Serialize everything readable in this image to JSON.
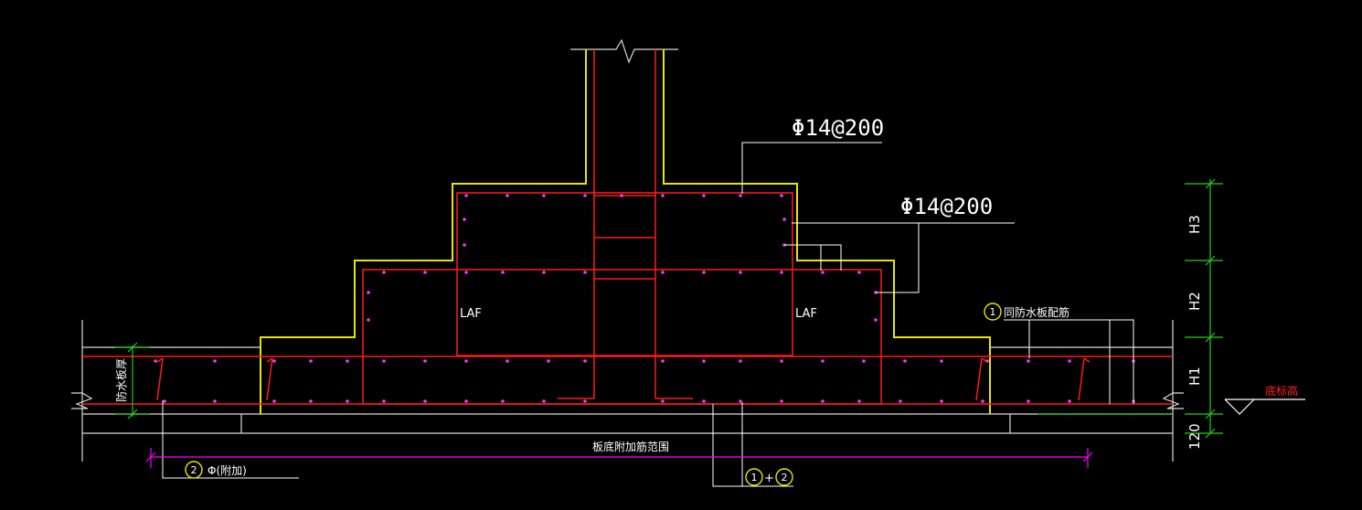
{
  "colors": {
    "background": "#000000",
    "concrete_outline": "#e6e600",
    "rebar": "#ff1a1a",
    "rebar_dots": "#ff33ff",
    "leader": "#ffffff",
    "dimension": "#22cc22",
    "extent": "#ff00ff",
    "marker": "#e6e600",
    "elevation": "#ff2020",
    "slab_lines": "#d9d9d9"
  },
  "labels": {
    "rebar_top": "Φ14@200",
    "rebar_mid": "Φ14@200",
    "laf_left": "LAF",
    "laf_right": "LAF",
    "slab_thickness": "防水板厚",
    "same_slab_rebar": "同防水板配筋",
    "bottom_level": "底标高",
    "added_rebar_range": "板底附加筋范围",
    "added_rebar": "Φ(附加)",
    "plus": "+"
  },
  "markers": {
    "m1": "1",
    "m2": "2",
    "m_combo_1": "1",
    "m_combo_2": "2"
  },
  "dimensions": {
    "h3": "H3",
    "h2": "H2",
    "h1": "H1",
    "d120": "120"
  }
}
